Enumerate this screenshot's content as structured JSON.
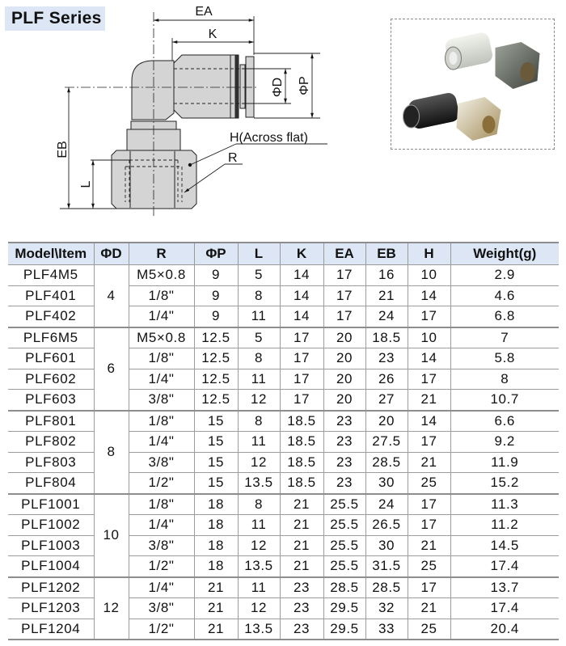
{
  "title": "PLF Series",
  "drawing": {
    "labels": {
      "ea": "EA",
      "k": "K",
      "d": "ΦD",
      "p": "ΦP",
      "eb": "EB",
      "l": "L",
      "h": "H(Across flat)",
      "r": "R"
    }
  },
  "photo": {
    "description": "product-photo-elbow-fittings"
  },
  "table": {
    "headers": [
      "Model\\Item",
      "ΦD",
      "R",
      "ΦP",
      "L",
      "K",
      "EA",
      "EB",
      "H",
      "Weight(g)"
    ],
    "groups": [
      {
        "d": "4",
        "rows": [
          {
            "model": "PLF4M5",
            "r": "M5×0.8",
            "p": "9",
            "l": "5",
            "k": "14",
            "ea": "17",
            "eb": "16",
            "h": "10",
            "w": "2.9"
          },
          {
            "model": "PLF401",
            "r": "1/8\"",
            "p": "9",
            "l": "8",
            "k": "14",
            "ea": "17",
            "eb": "21",
            "h": "14",
            "w": "4.6"
          },
          {
            "model": "PLF402",
            "r": "1/4\"",
            "p": "9",
            "l": "11",
            "k": "14",
            "ea": "17",
            "eb": "24",
            "h": "17",
            "w": "6.8"
          }
        ]
      },
      {
        "d": "6",
        "rows": [
          {
            "model": "PLF6M5",
            "r": "M5×0.8",
            "p": "12.5",
            "l": "5",
            "k": "17",
            "ea": "20",
            "eb": "18.5",
            "h": "10",
            "w": "7"
          },
          {
            "model": "PLF601",
            "r": "1/8\"",
            "p": "12.5",
            "l": "8",
            "k": "17",
            "ea": "20",
            "eb": "23",
            "h": "14",
            "w": "5.8"
          },
          {
            "model": "PLF602",
            "r": "1/4\"",
            "p": "12.5",
            "l": "11",
            "k": "17",
            "ea": "20",
            "eb": "26",
            "h": "17",
            "w": "8"
          },
          {
            "model": "PLF603",
            "r": "3/8\"",
            "p": "12.5",
            "l": "12",
            "k": "17",
            "ea": "20",
            "eb": "27",
            "h": "21",
            "w": "10.7"
          }
        ]
      },
      {
        "d": "8",
        "rows": [
          {
            "model": "PLF801",
            "r": "1/8\"",
            "p": "15",
            "l": "8",
            "k": "18.5",
            "ea": "23",
            "eb": "20",
            "h": "14",
            "w": "6.6"
          },
          {
            "model": "PLF802",
            "r": "1/4\"",
            "p": "15",
            "l": "11",
            "k": "18.5",
            "ea": "23",
            "eb": "27.5",
            "h": "17",
            "w": "9.2"
          },
          {
            "model": "PLF803",
            "r": "3/8\"",
            "p": "15",
            "l": "12",
            "k": "18.5",
            "ea": "23",
            "eb": "28.5",
            "h": "21",
            "w": "11.9"
          },
          {
            "model": "PLF804",
            "r": "1/2\"",
            "p": "15",
            "l": "13.5",
            "k": "18.5",
            "ea": "23",
            "eb": "30",
            "h": "25",
            "w": "15.2"
          }
        ]
      },
      {
        "d": "10",
        "rows": [
          {
            "model": "PLF1001",
            "r": "1/8\"",
            "p": "18",
            "l": "8",
            "k": "21",
            "ea": "25.5",
            "eb": "24",
            "h": "17",
            "w": "11.3"
          },
          {
            "model": "PLF1002",
            "r": "1/4\"",
            "p": "18",
            "l": "11",
            "k": "21",
            "ea": "25.5",
            "eb": "26.5",
            "h": "17",
            "w": "11.2"
          },
          {
            "model": "PLF1003",
            "r": "3/8\"",
            "p": "18",
            "l": "12",
            "k": "21",
            "ea": "25.5",
            "eb": "30",
            "h": "21",
            "w": "14.5"
          },
          {
            "model": "PLF1004",
            "r": "1/2\"",
            "p": "18",
            "l": "13.5",
            "k": "21",
            "ea": "25.5",
            "eb": "31.5",
            "h": "25",
            "w": "17.4"
          }
        ]
      },
      {
        "d": "12",
        "rows": [
          {
            "model": "PLF1202",
            "r": "1/4\"",
            "p": "21",
            "l": "11",
            "k": "23",
            "ea": "28.5",
            "eb": "28.5",
            "h": "17",
            "w": "13.7"
          },
          {
            "model": "PLF1203",
            "r": "3/8\"",
            "p": "21",
            "l": "12",
            "k": "23",
            "ea": "29.5",
            "eb": "32",
            "h": "21",
            "w": "17.4"
          },
          {
            "model": "PLF1204",
            "r": "1/2\"",
            "p": "21",
            "l": "13.5",
            "k": "23",
            "ea": "29.5",
            "eb": "33",
            "h": "25",
            "w": "20.4"
          }
        ]
      }
    ]
  }
}
